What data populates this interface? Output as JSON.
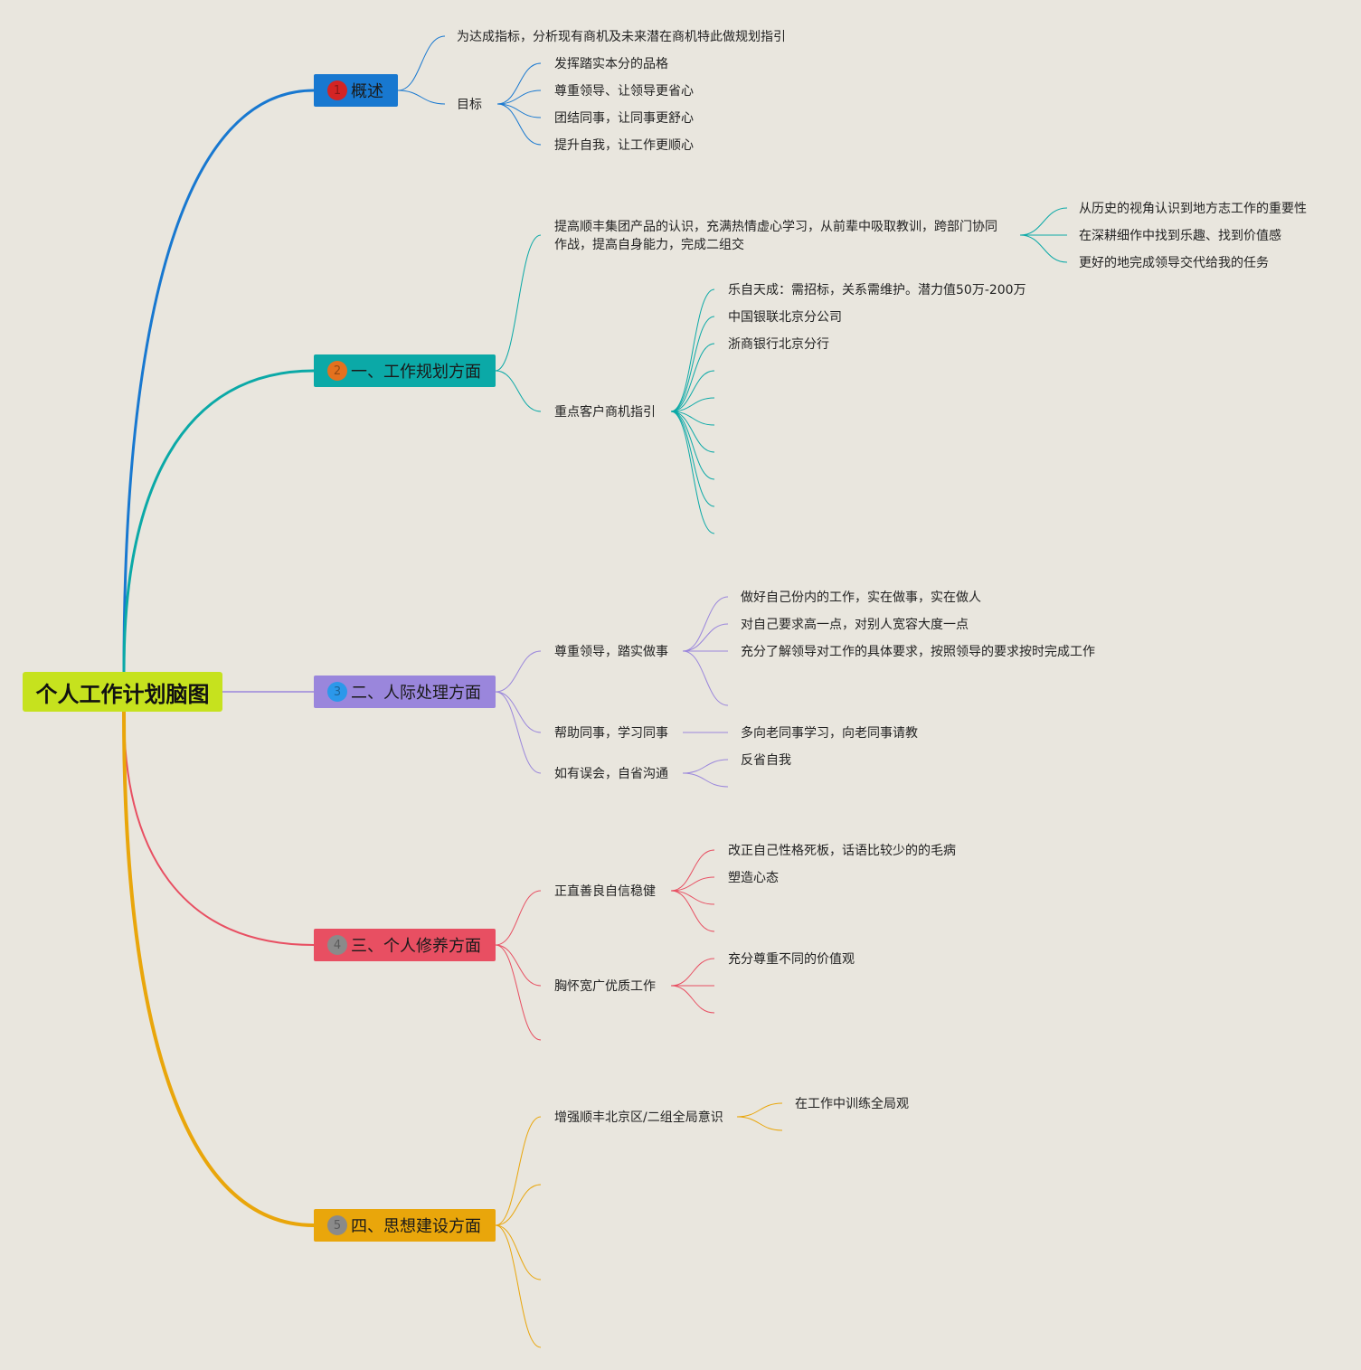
{
  "root": {
    "title": "个人工作计划脑图"
  },
  "branches": {
    "b1": {
      "num": "1",
      "label": "概述",
      "color": "#1878d0",
      "badge": "#d42424"
    },
    "b2": {
      "num": "2",
      "label": "一、工作规划方面",
      "color": "#0ba9a7",
      "badge": "#e4711e"
    },
    "b3": {
      "num": "3",
      "label": "二、人际处理方面",
      "color": "#9a86dc",
      "badge": "#2b98ea"
    },
    "b4": {
      "num": "4",
      "label": "三、个人修养方面",
      "color": "#e84f62",
      "badge": "#8a8a8a"
    },
    "b5": {
      "num": "5",
      "label": "四、思想建设方面",
      "color": "#e9a60b",
      "badge": "#8a8a8a"
    }
  },
  "overview": {
    "intro": "为达成指标，分析现有商机及未来潜在商机特此做规划指引",
    "goal": "目标",
    "goals": [
      "发挥踏实本分的品格",
      "尊重领导、让领导更省心",
      "团结同事，让同事更舒心",
      "提升自我，让工作更顺心"
    ]
  },
  "work": {
    "improve": "提高顺丰集团产品的认识，充满热情虚心学习，从前辈中吸取教训，跨部门协同作战，提高自身能力，完成二组交",
    "improve_children": [
      "从历史的视角认识到地方志工作的重要性",
      "在深耕细作中找到乐趣、找到价值感",
      "更好的地完成领导交代给我的任务"
    ],
    "clients": "重点客户商机指引",
    "client_children": [
      "乐自天成：需招标，关系需维护。潜力值50万-200万",
      "中国银联北京分公司",
      "浙商银行北京分行"
    ]
  },
  "people": {
    "respect": "尊重领导，踏实做事",
    "respect_children": [
      "做好自己份内的工作，实在做事，实在做人",
      "对自己要求高一点，对别人宽容大度一点",
      "充分了解领导对工作的具体要求，按照领导的要求按时完成工作"
    ],
    "help": "帮助同事，学习同事",
    "help_child": "多向老同事学习，向老同事请教",
    "misunderstand": "如有误会，自省沟通",
    "misunderstand_child": "反省自我"
  },
  "self": {
    "honest": "正直善良自信稳健",
    "honest_children": [
      "改正自己性格死板，话语比较少的的毛病",
      "塑造心态"
    ],
    "broad": "胸怀宽广优质工作",
    "broad_child": "充分尊重不同的价值观"
  },
  "thought": {
    "global": "增强顺丰北京区/二组全局意识",
    "global_child": "在工作中训练全局观"
  }
}
